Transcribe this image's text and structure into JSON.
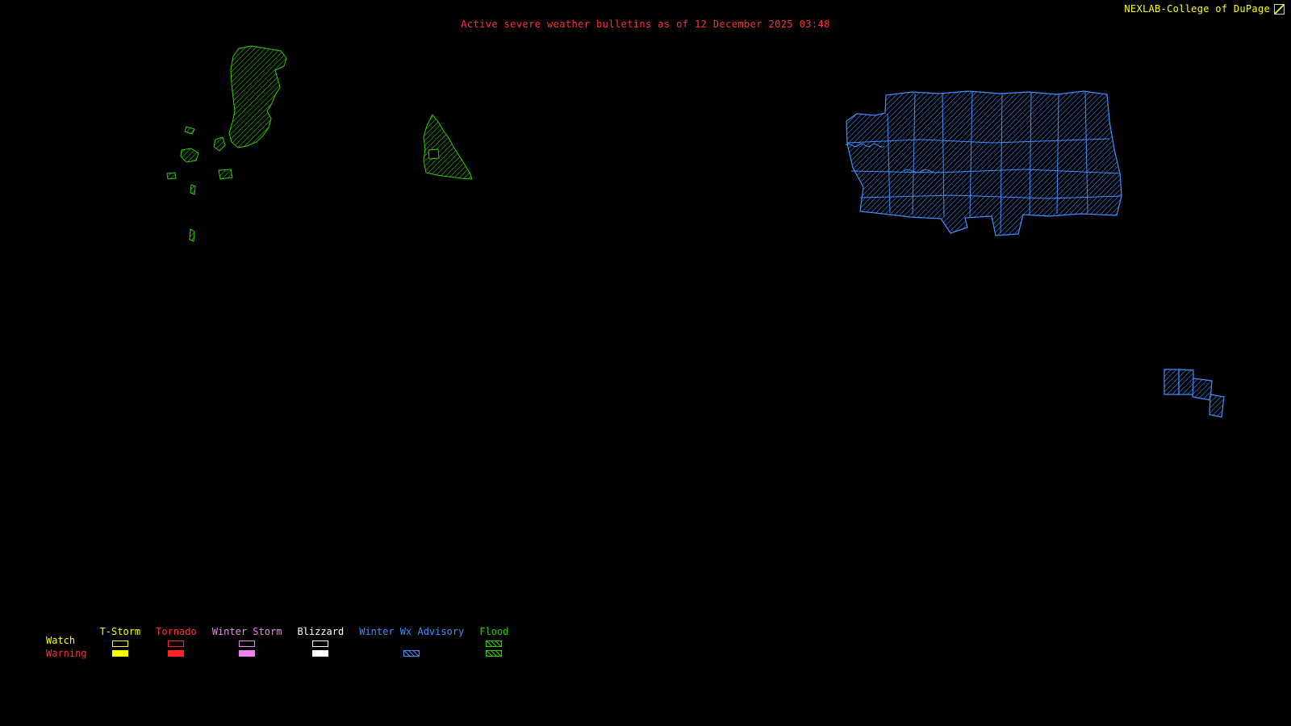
{
  "header": {
    "brand": "NEXLAB-College of DuPage",
    "title": "Active severe weather bulletins as of 12 December 2025 03:48"
  },
  "colors": {
    "background": "#000000",
    "title_text": "#ff3333",
    "brand_text": "#ffff00",
    "flood_green": "#33cc00",
    "winter_advisory_blue": "#3f8fff",
    "tstorm_yellow": "#ffff00",
    "tornado_red": "#ff2222",
    "winter_storm_violet": "#ee82ee",
    "blizzard_white": "#ffffff"
  },
  "legend": {
    "watch_label": "Watch",
    "warning_label": "Warning",
    "categories": [
      {
        "label": "T-Storm",
        "color": "#ffff00",
        "watch_swatch": "outline",
        "warning_swatch": "solid"
      },
      {
        "label": "Tornado",
        "color": "#ff2222",
        "watch_swatch": "outline",
        "warning_swatch": "solid"
      },
      {
        "label": "Winter Storm",
        "color": "#ee82ee",
        "watch_swatch": "outline",
        "warning_swatch": "solid"
      },
      {
        "label": "Blizzard",
        "color": "#ffffff",
        "watch_swatch": "outline",
        "warning_swatch": "solid"
      },
      {
        "label": "Winter Wx Advisory",
        "color": "#3f8fff",
        "watch_swatch": "none",
        "warning_swatch": "hatched"
      },
      {
        "label": "Flood",
        "color": "#33cc00",
        "watch_swatch": "hatched",
        "warning_swatch": "hatched"
      }
    ]
  },
  "map": {
    "regions": [
      {
        "name": "flood-warning-cluster-west",
        "bulletin": "Flood",
        "style": "green-hatched"
      },
      {
        "name": "flood-warning-area-central",
        "bulletin": "Flood",
        "style": "green-hatched"
      },
      {
        "name": "winter-advisory-county-cluster-north",
        "bulletin": "Winter Wx Advisory",
        "style": "blue-hatched-counties"
      },
      {
        "name": "winter-advisory-cluster-east",
        "bulletin": "Winter Wx Advisory",
        "style": "blue-hatched-counties"
      }
    ]
  }
}
